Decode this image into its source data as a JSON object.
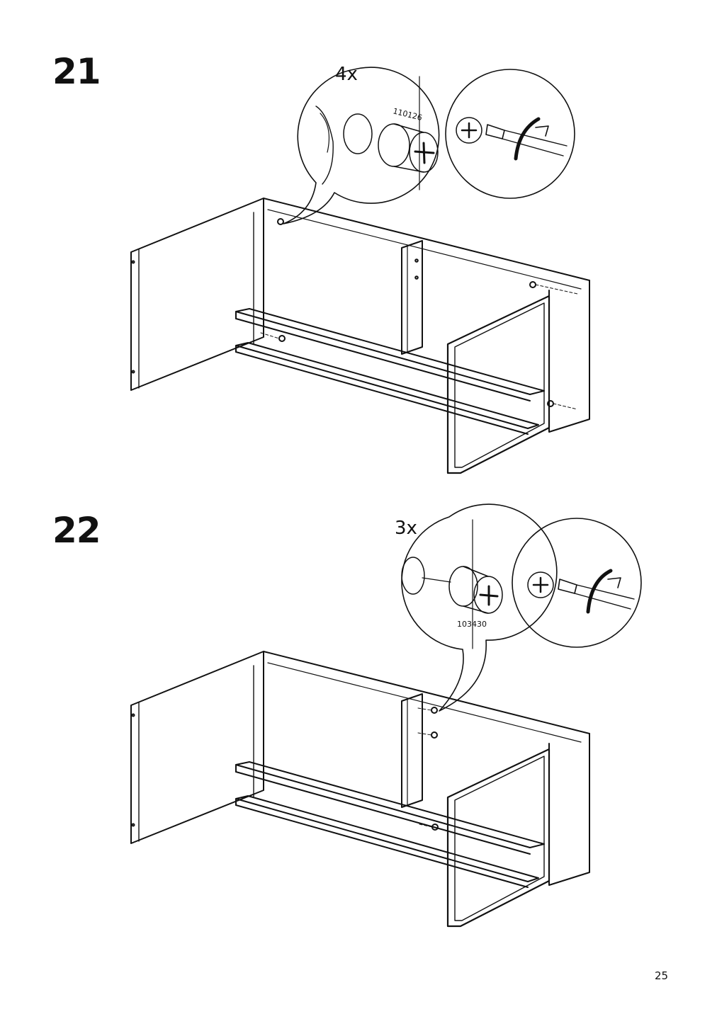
{
  "page": {
    "number": "25"
  },
  "steps": [
    {
      "number": "21",
      "quantity": "4x",
      "part_number": "110126"
    },
    {
      "number": "22",
      "quantity": "3x",
      "part_number": "103430"
    }
  ],
  "icons": [
    "cam-lock-icon",
    "screwdriver-icon",
    "rotate-arrow-icon",
    "cabinet-frame-illustration"
  ]
}
